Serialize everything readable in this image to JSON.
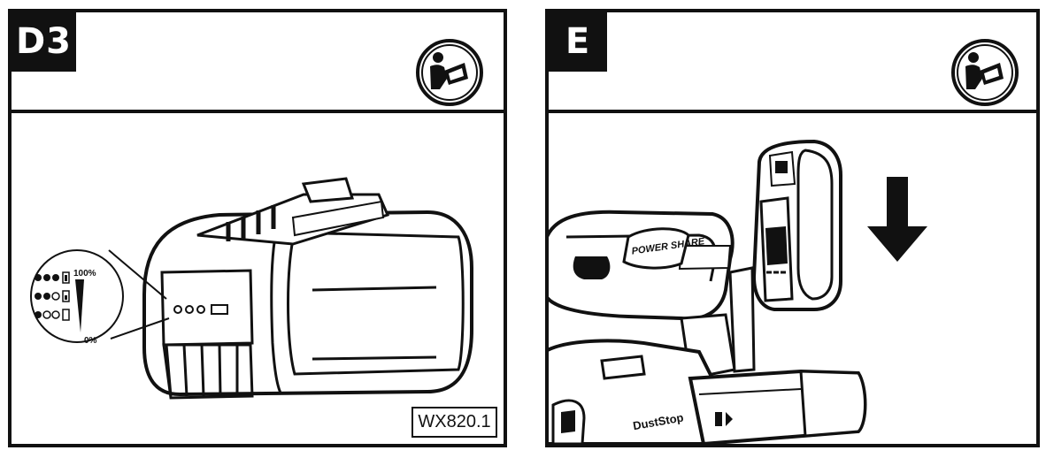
{
  "panels": [
    {
      "label": "D3",
      "icon": "read-manual-icon",
      "model_code": "WX820.1",
      "charge_indicator": {
        "levels": [
          {
            "lit_dots": 3,
            "total_dots": 3
          },
          {
            "lit_dots": 2,
            "total_dots": 3
          },
          {
            "lit_dots": 1,
            "total_dots": 3
          }
        ],
        "max_label": "100%",
        "min_label": "0%"
      }
    },
    {
      "label": "E",
      "icon": "read-manual-icon",
      "tool_labels": {
        "brand_badge": "POWER SHARE",
        "dust_label": "DustStop"
      },
      "arrow_direction": "down"
    }
  ],
  "colors": {
    "ink": "#111111",
    "paper": "#ffffff"
  }
}
